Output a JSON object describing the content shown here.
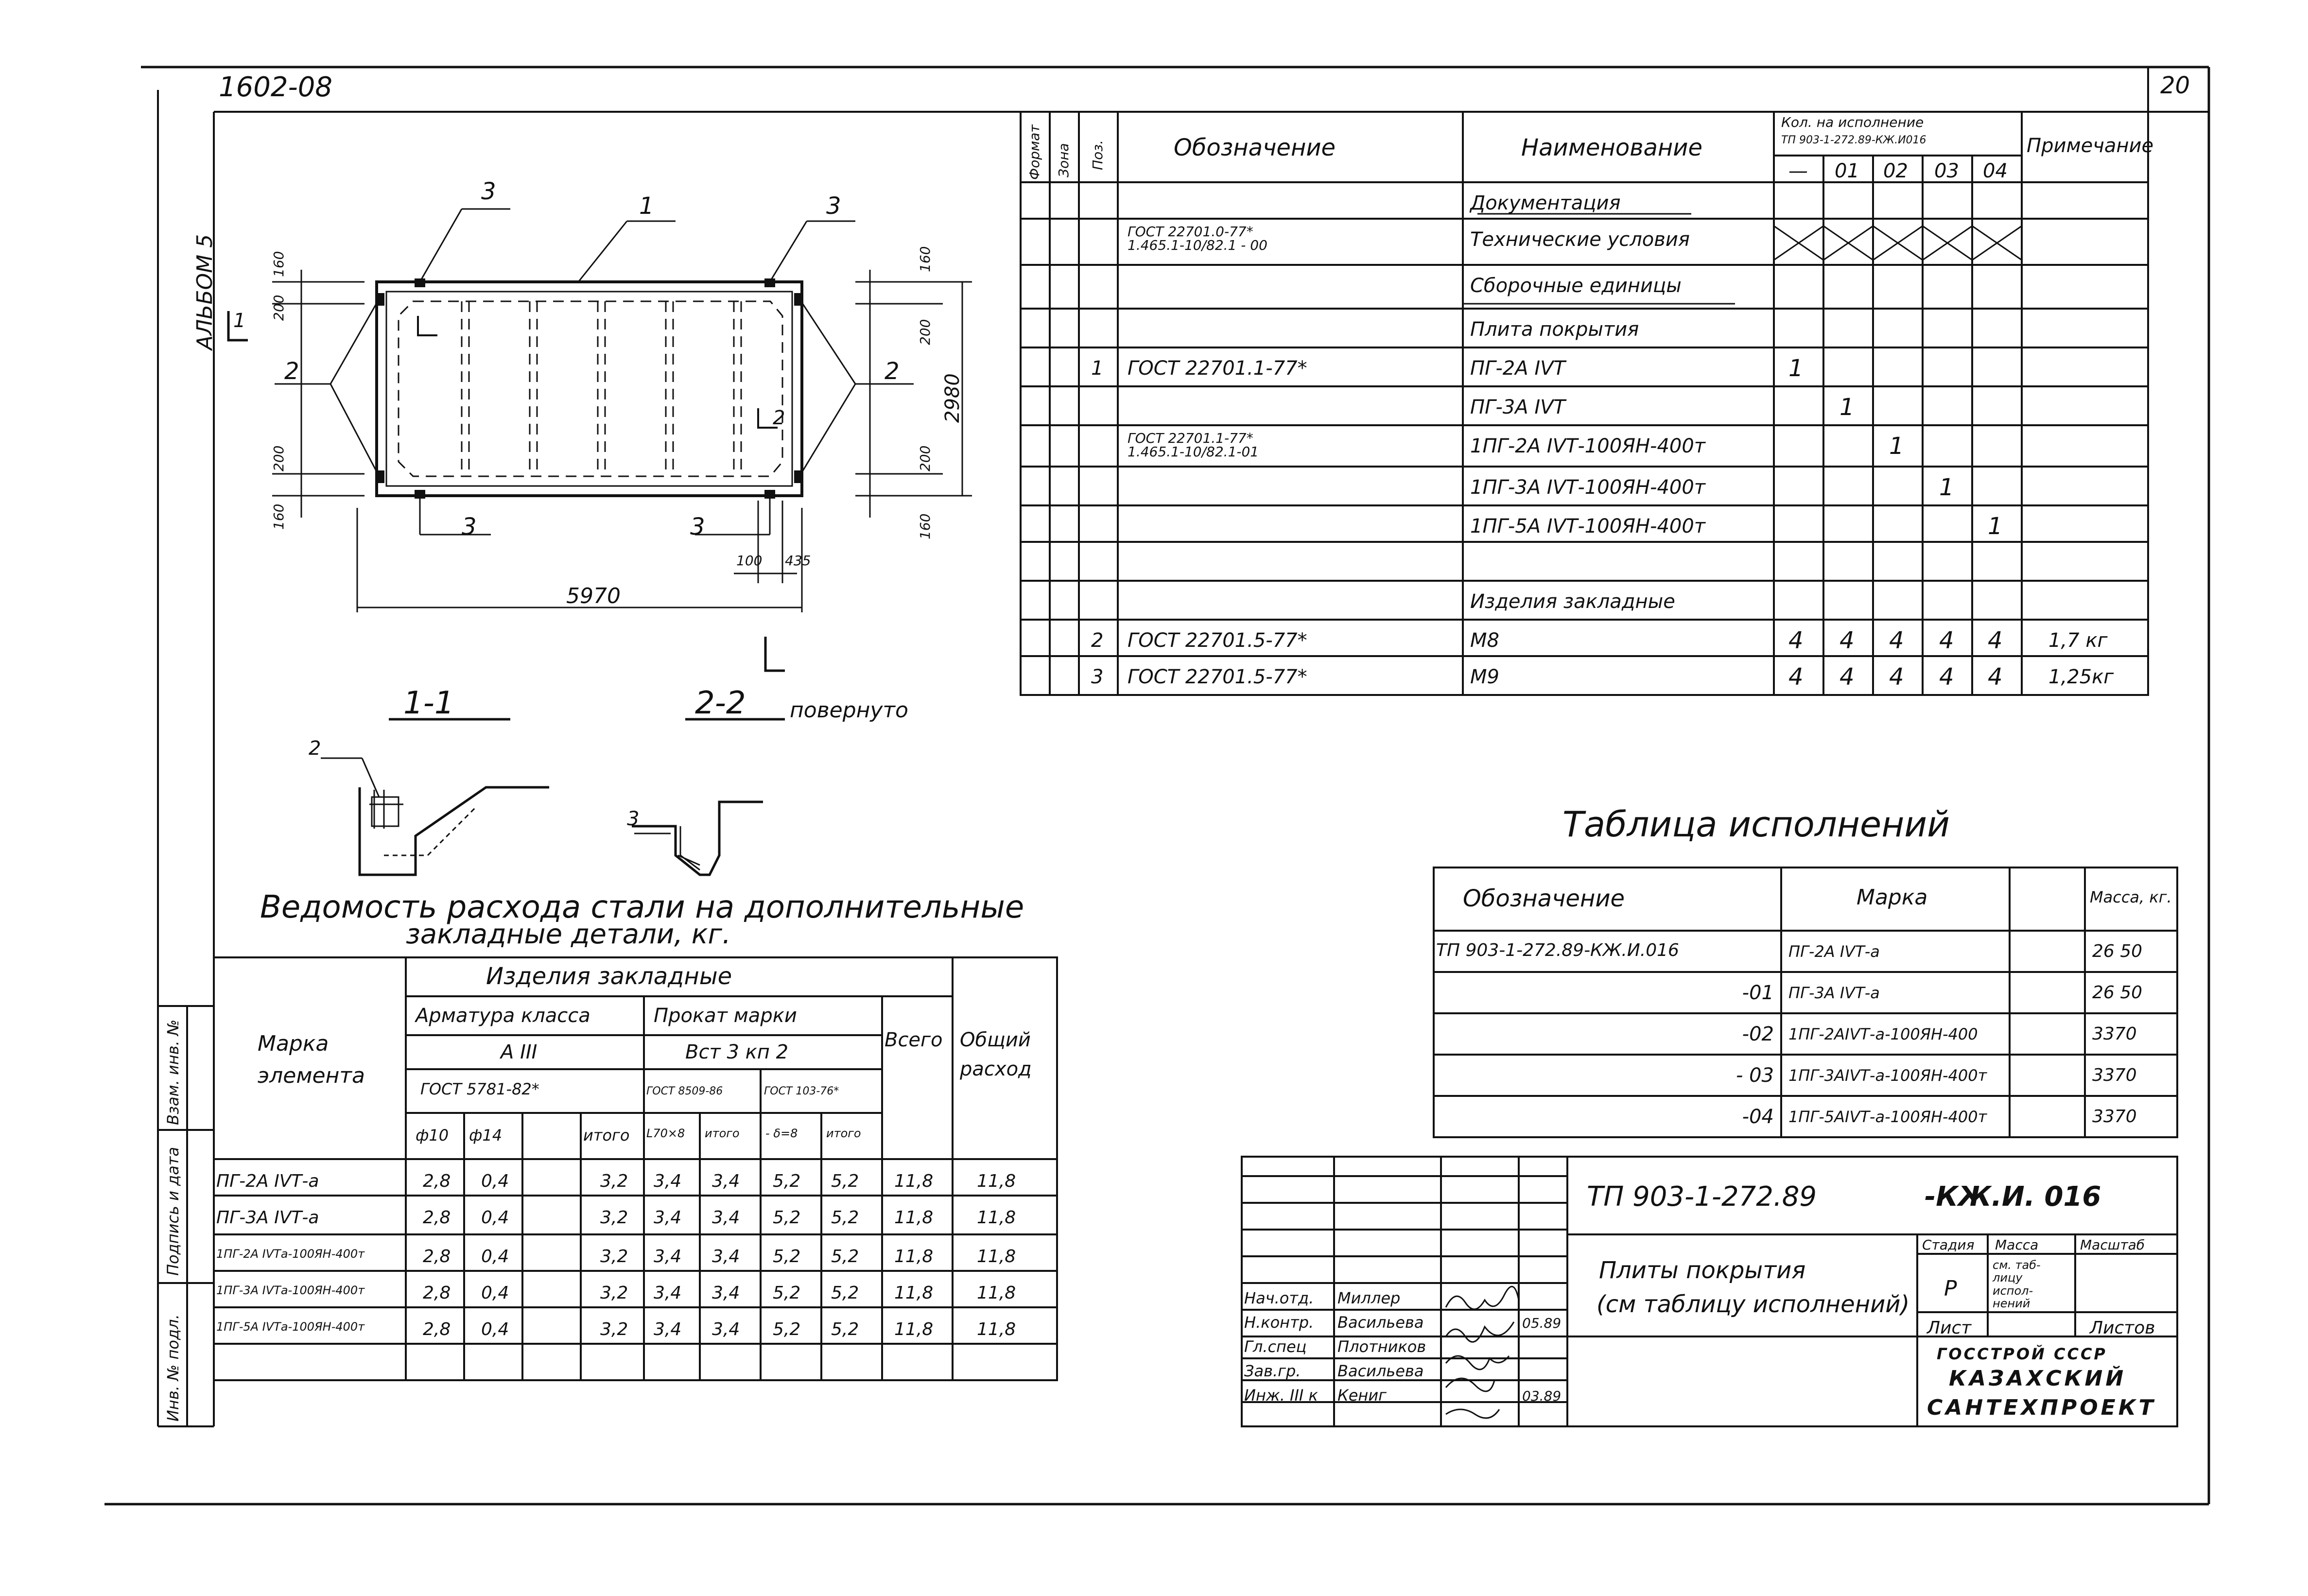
{
  "sheet": {
    "number_left": "1602-08",
    "page_number": "20",
    "album": "АЛЬБОМ 5"
  },
  "plan": {
    "length": "5970",
    "width": "2980",
    "dims_left": [
      "160",
      "200",
      "200",
      "160"
    ],
    "dims_right": [
      "160",
      "200",
      "200",
      "160"
    ],
    "dim_small": [
      "100",
      "435"
    ],
    "callouts": [
      "1",
      "2",
      "2",
      "3",
      "3",
      "3",
      "3"
    ],
    "section_mark_1": "1",
    "section_mark_2": "2"
  },
  "sections": {
    "s1_title": "1-1",
    "s2_title": "2-2",
    "s2_note": "повернуто",
    "s1_callout": "2",
    "s2_callout": "3"
  },
  "spec": {
    "headers": {
      "format": "Формат",
      "zone": "Зона",
      "pos": "Поз.",
      "designation": "Обозначение",
      "name": "Наименование",
      "qty_title_1": "Кол. на исполнение",
      "qty_title_2": "ТП 903-1-272.89-КЖ.И016",
      "variants": [
        "—",
        "01",
        "02",
        "03",
        "04"
      ],
      "note": "Примечание"
    },
    "rows": [
      {
        "pos": "",
        "des": "",
        "name": "Документация",
        "q": [
          "",
          "",
          "",
          "",
          ""
        ],
        "note": ""
      },
      {
        "pos": "",
        "des": "ГОСТ 22701.0-77*\n1.465.1-10/82.1 - 00",
        "name": "Технические условия",
        "q": [
          "X",
          "X",
          "X",
          "X",
          "X"
        ],
        "note": ""
      },
      {
        "pos": "",
        "des": "",
        "name": "Сборочные единицы",
        "q": [
          "",
          "",
          "",
          "",
          ""
        ],
        "note": ""
      },
      {
        "pos": "",
        "des": "",
        "name": "Плита покрытия",
        "q": [
          "",
          "",
          "",
          "",
          ""
        ],
        "note": ""
      },
      {
        "pos": "1",
        "des": "ГОСТ 22701.1-77*",
        "name": "ПГ-2А IVТ",
        "q": [
          "1",
          "",
          "",
          "",
          ""
        ],
        "note": ""
      },
      {
        "pos": "",
        "des": "",
        "name": "ПГ-3А IVТ",
        "q": [
          "",
          "1",
          "",
          "",
          ""
        ],
        "note": ""
      },
      {
        "pos": "",
        "des": "ГОСТ 22701.1-77*\n1.465.1-10/82.1-01",
        "name": "1ПГ-2А IVТ-100ЯН-400т",
        "q": [
          "",
          "",
          "1",
          "",
          ""
        ],
        "note": ""
      },
      {
        "pos": "",
        "des": "",
        "name": "1ПГ-3А IVТ-100ЯН-400т",
        "q": [
          "",
          "",
          "",
          "1",
          ""
        ],
        "note": ""
      },
      {
        "pos": "",
        "des": "",
        "name": "1ПГ-5А IVТ-100ЯН-400т",
        "q": [
          "",
          "",
          "",
          "",
          "1"
        ],
        "note": ""
      },
      {
        "pos": "",
        "des": "",
        "name": "",
        "q": [
          "",
          "",
          "",
          "",
          ""
        ],
        "note": ""
      },
      {
        "pos": "",
        "des": "",
        "name": "Изделия закладные",
        "q": [
          "",
          "",
          "",
          "",
          ""
        ],
        "note": ""
      },
      {
        "pos": "2",
        "des": "ГОСТ 22701.5-77*",
        "name": "М8",
        "q": [
          "4",
          "4",
          "4",
          "4",
          "4"
        ],
        "note": "1,7 кг"
      },
      {
        "pos": "3",
        "des": "ГОСТ 22701.5-77*",
        "name": "М9",
        "q": [
          "4",
          "4",
          "4",
          "4",
          "4"
        ],
        "note": "1,25кг"
      }
    ]
  },
  "variants_table": {
    "title": "Таблица исполнений",
    "headers": [
      "Обозначение",
      "Марка",
      "",
      "Масса, кг."
    ],
    "rows": [
      {
        "des": "ТП 903-1-272.89-КЖ.И.016",
        "mark": "ПГ-2А IVТ-а",
        "mass": "26 50"
      },
      {
        "des": "-01",
        "mark": "ПГ-3А IVТ-а",
        "mass": "26 50"
      },
      {
        "des": "-02",
        "mark": "1ПГ-2АIVТ-а-100ЯН-400",
        "mass": "3370"
      },
      {
        "des": "- 03",
        "mark": "1ПГ-3АIVТ-а-100ЯН-400т",
        "mass": "3370"
      },
      {
        "des": "-04",
        "mark": "1ПГ-5АIVТ-а-100ЯН-400т",
        "mass": "3370"
      }
    ]
  },
  "steel": {
    "title_1": "Ведомость расхода стали на дополнительные",
    "title_2": "закладные детали, кг.",
    "h_mark": "Марка элемента",
    "h_items": "Изделия закладные",
    "h_rebar": "Арматура класса",
    "h_rebar_class": "А III",
    "h_rebar_gost": "ГОСТ 5781-82*",
    "h_profile": "Прокат марки",
    "h_profile_grade": "Вст 3 кп 2",
    "h_gost_a": "ГОСТ 8509-86",
    "h_gost_b": "ГОСТ 103-76*",
    "h_total": "Всего",
    "h_general": "Общий расход",
    "sub": [
      "ф10",
      "ф14",
      "",
      "итого",
      "L70×8",
      "итого",
      "- δ=8",
      "итого"
    ],
    "rows": [
      {
        "mark": "ПГ-2А IVТ-а",
        "v": [
          "2,8",
          "0,4",
          "",
          "3,2",
          "3,4",
          "3,4",
          "5,2",
          "5,2",
          "11,8",
          "11,8"
        ]
      },
      {
        "mark": "ПГ-3А IVТ-а",
        "v": [
          "2,8",
          "0,4",
          "",
          "3,2",
          "3,4",
          "3,4",
          "5,2",
          "5,2",
          "11,8",
          "11,8"
        ]
      },
      {
        "mark": "1ПГ-2А IVТа-100ЯН-400т",
        "v": [
          "2,8",
          "0,4",
          "",
          "3,2",
          "3,4",
          "3,4",
          "5,2",
          "5,2",
          "11,8",
          "11,8"
        ]
      },
      {
        "mark": "1ПГ-3А IVТа-100ЯН-400т",
        "v": [
          "2,8",
          "0,4",
          "",
          "3,2",
          "3,4",
          "3,4",
          "5,2",
          "5,2",
          "11,8",
          "11,8"
        ]
      },
      {
        "mark": "1ПГ-5А IVТа-100ЯН-400т",
        "v": [
          "2,8",
          "0,4",
          "",
          "3,2",
          "3,4",
          "3,4",
          "5,2",
          "5,2",
          "11,8",
          "11,8"
        ]
      }
    ]
  },
  "side_stamp": [
    "Инв. № подл.",
    "Подпись и дата",
    "Взам. инв. №"
  ],
  "title_block": {
    "code": "ТП 903-1-272.89",
    "code_suffix": "-КЖ.И. 016",
    "name_1": "Плиты покрытия",
    "name_2": "(см таблицу исполнений)",
    "stage_h": "Стадия",
    "mass_h": "Масса",
    "scale_h": "Масштаб",
    "stage": "Р",
    "mass_note": "см. таб-лицу испол-нений",
    "sheet": "Лист",
    "sheets": "Листов",
    "org_1": "ГОССТРОЙ СССР",
    "org_2": "КАЗАХСКИЙ",
    "org_3": "САНТЕХПРОЕКТ",
    "people": [
      {
        "role": "Нач.отд.",
        "name": "Миллер",
        "date": ""
      },
      {
        "role": "Н.контр.",
        "name": "Васильева",
        "date": "05.89"
      },
      {
        "role": "Гл.спец",
        "name": "Плотников",
        "date": ""
      },
      {
        "role": "Зав.гр.",
        "name": "Васильева",
        "date": ""
      },
      {
        "role": "Инж. III к",
        "name": "Кениг",
        "date": "03.89"
      }
    ]
  }
}
